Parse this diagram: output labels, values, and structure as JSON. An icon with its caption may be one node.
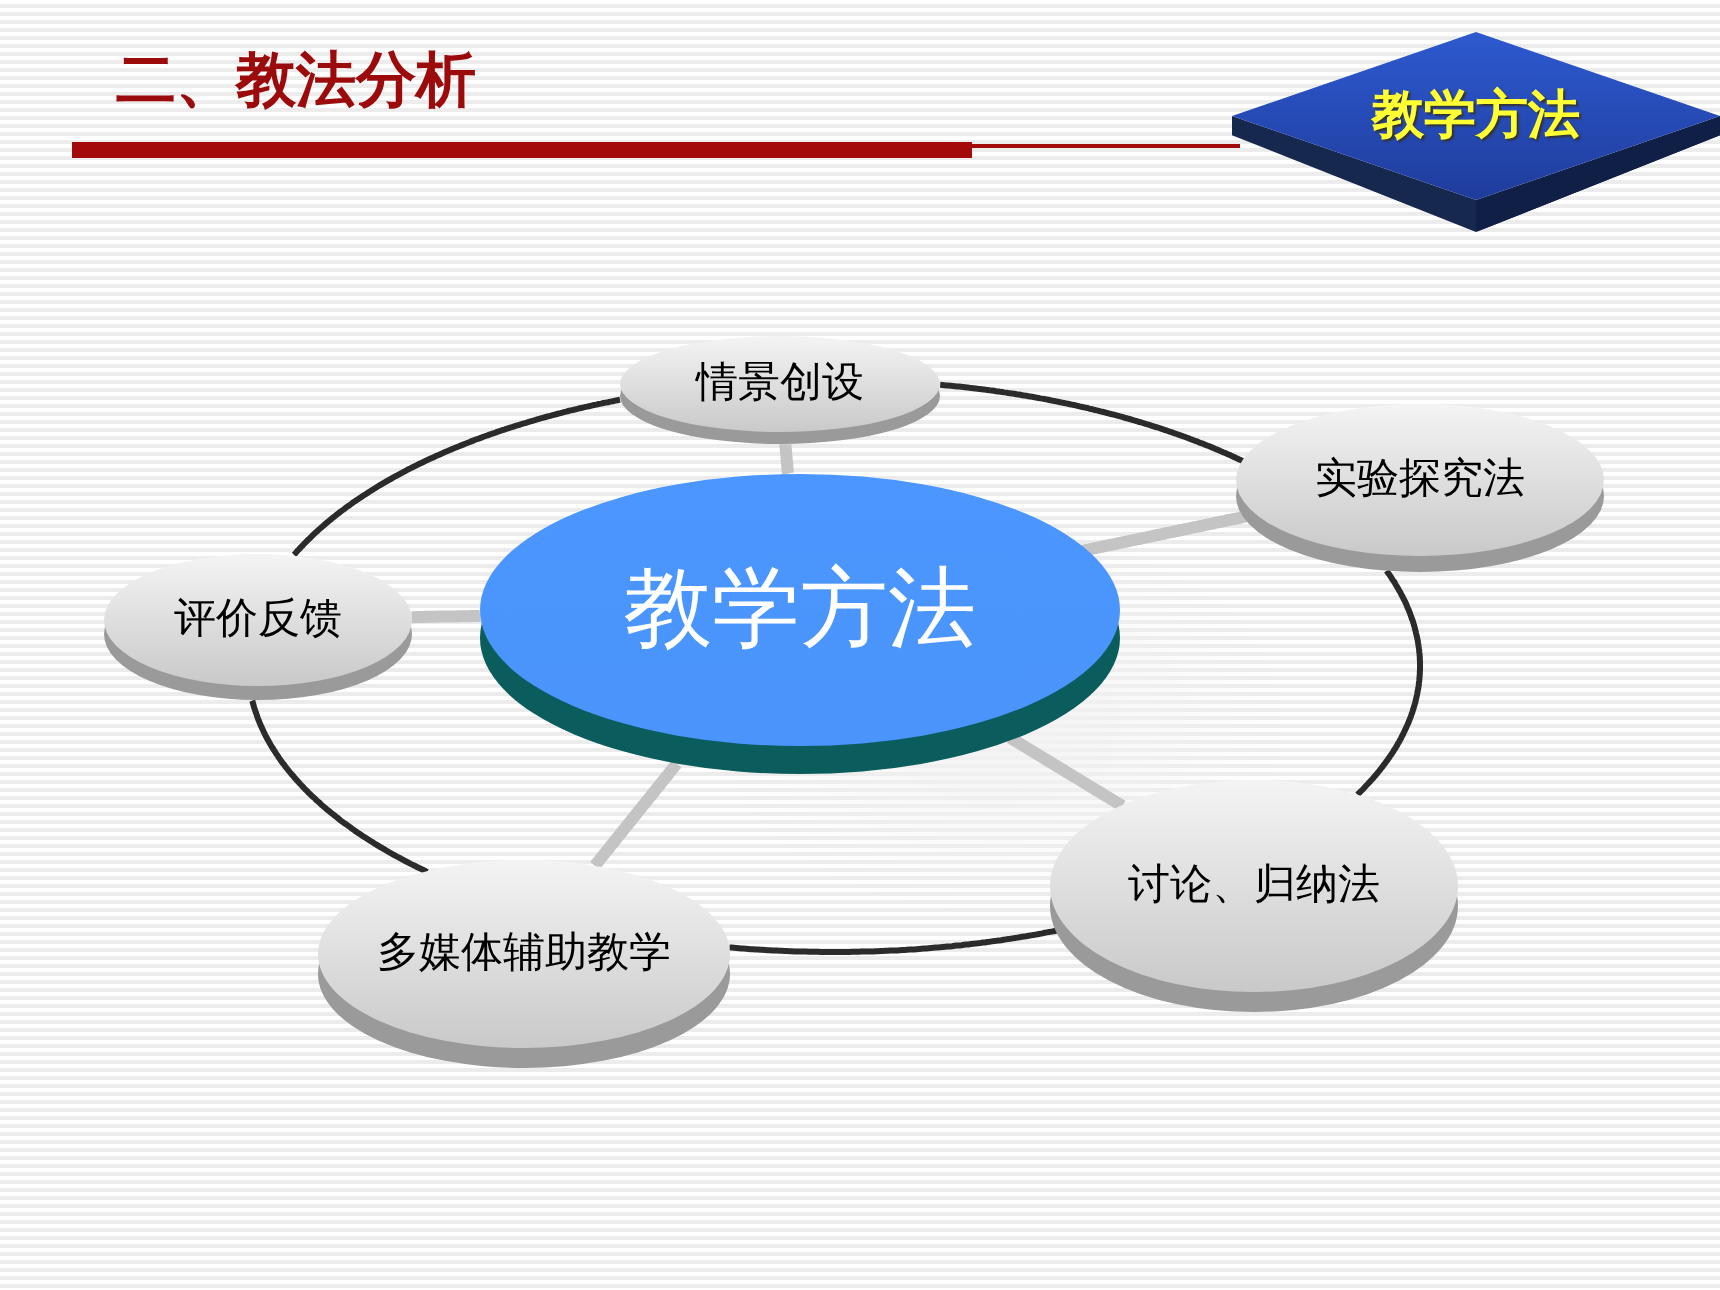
{
  "diagram": {
    "title": "二、教法分析",
    "nodes": [
      {
        "text": [
          "教学方法"
        ]
      },
      {
        "text": [
          "教学方法"
        ]
      },
      {
        "text": [
          "情景创设"
        ]
      },
      {
        "text": [
          "实验探究法"
        ]
      },
      {
        "text": [
          "讨论、归纳法"
        ]
      },
      {
        "text": [
          "多媒体辅助教学"
        ]
      },
      {
        "text": [
          "评价反馈"
        ]
      }
    ],
    "edges": [
      {
        "from": 1,
        "to": 2,
        "arrow": "none",
        "style": "thick",
        "color": "#c4c4c4"
      },
      {
        "from": 1,
        "to": 3,
        "arrow": "none",
        "style": "thick",
        "color": "#c4c4c4"
      },
      {
        "from": 1,
        "to": 4,
        "arrow": "none",
        "style": "thick",
        "color": "#c4c4c4"
      },
      {
        "from": 1,
        "to": 5,
        "arrow": "none",
        "style": "thick",
        "color": "#c4c4c4"
      },
      {
        "from": 1,
        "to": 6,
        "arrow": "none",
        "style": "thick",
        "color": "#c4c4c4"
      },
      {
        "from": 2,
        "to": 3,
        "arrow": "none",
        "color": "#2b2b2b"
      },
      {
        "from": 3,
        "to": 4,
        "arrow": "none",
        "color": "#2b2b2b"
      },
      {
        "from": 4,
        "to": 5,
        "arrow": "none",
        "color": "#2b2b2b"
      },
      {
        "from": 5,
        "to": 6,
        "arrow": "none",
        "color": "#2b2b2b"
      },
      {
        "from": 6,
        "to": 2,
        "arrow": "none",
        "color": "#2b2b2b"
      }
    ]
  }
}
